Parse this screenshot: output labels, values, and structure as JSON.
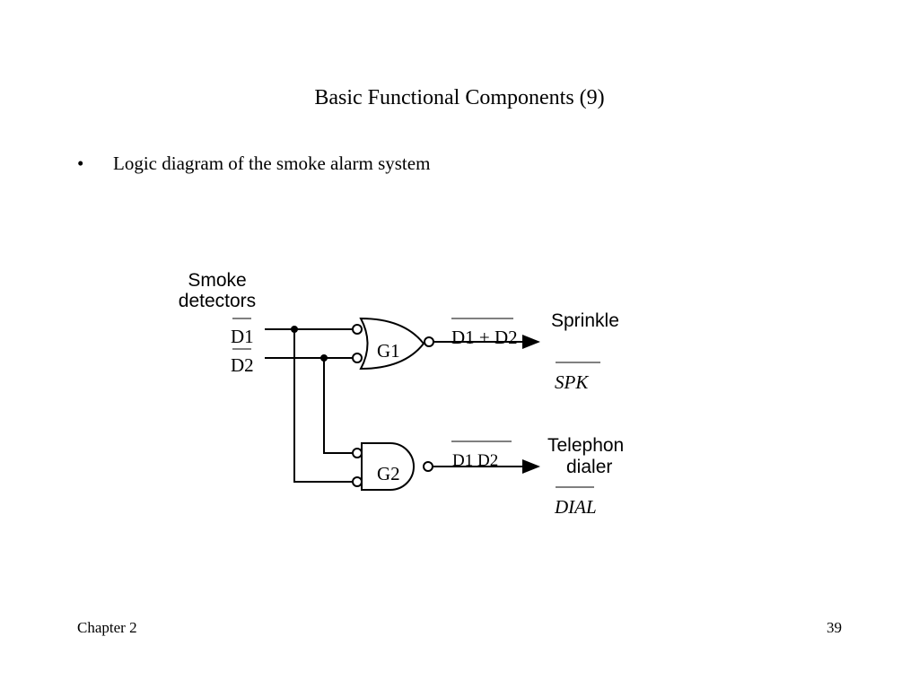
{
  "slide": {
    "title": "Basic Functional Components (9)",
    "bullet": "•",
    "bullet_text": "Logic diagram of the smoke alarm system"
  },
  "diagram": {
    "detectors_label_line1": "Smoke",
    "detectors_label_line2": "detectors",
    "input_d1": "D1",
    "input_d2": "D2",
    "gate_g1": "G1",
    "gate_g2": "G2",
    "g1_output_expr": "D1 + D2",
    "g2_output_expr": "D1  D2",
    "sprinkler_label": "Sprinkle",
    "spk_label": "SPK",
    "telephone_label_line1": "Telephon",
    "telephone_label_line2": "dialer",
    "dial_label": "DIAL"
  },
  "footer": {
    "chapter": "Chapter 2",
    "page_number": "39"
  }
}
